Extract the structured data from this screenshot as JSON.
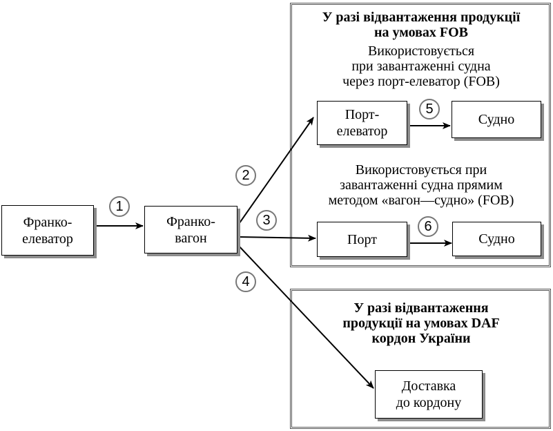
{
  "fob_panel": {
    "title": "У разі відвантаження продукції\nна умовах FOB",
    "option_elevator": "Використовується\nпри завантаженні судна\nчерез порт-елеватор (FOB)",
    "option_direct": "Використовується при\nзавантаженні судна прямим\nметодом «вагон—судно» (FOB)"
  },
  "daf_panel": {
    "title": "У разі відвантаження\nпродукції на умовах DAF\nкордон України"
  },
  "nodes": {
    "franco_elevator": "Франко-\nелеватор",
    "franco_wagon": "Франко-\nвагон",
    "port_elevator": "Порт-\nелеватор",
    "ship_1": "Судно",
    "port": "Порт",
    "ship_2": "Судно",
    "delivery": "Доставка\nдо кордону"
  },
  "steps": [
    "1",
    "2",
    "3",
    "4",
    "5",
    "6"
  ]
}
